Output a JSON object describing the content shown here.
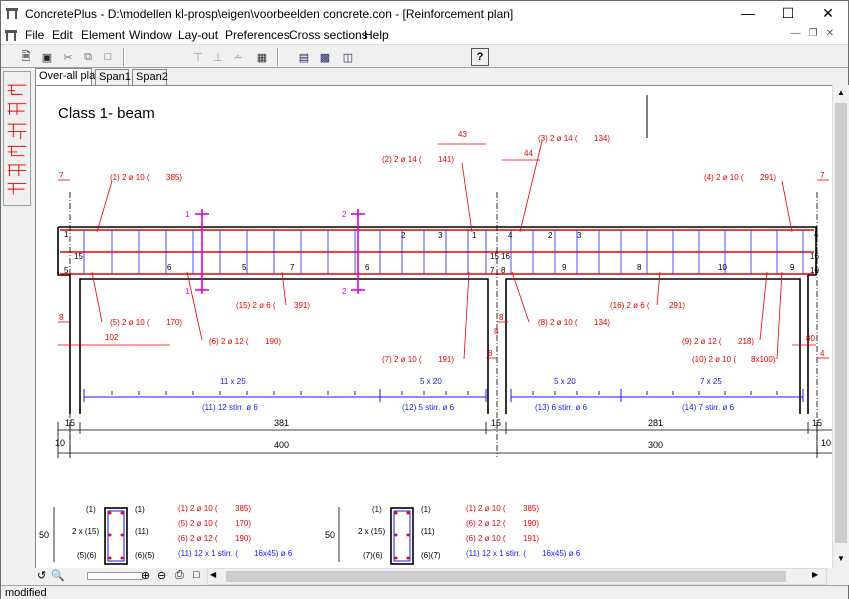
{
  "window": {
    "title": "ConcretePlus - D:\\modellen kl-prosp\\eigen\\voorbeelden concrete.con - [Reinforcement plan]"
  },
  "menu": [
    "File",
    "Edit",
    "Element",
    "Window",
    "Lay-out",
    "Preferences",
    "Cross sections",
    "Help"
  ],
  "tabs": [
    "Over-all plan",
    "Span1",
    "Span2"
  ],
  "status": "modified",
  "drawing": {
    "title": "Class 1- beam",
    "red_labels": {
      "l1": "(1) 2 ø 10 (",
      "l1v": "385)",
      "l2": "(2) 2 ø 14 (",
      "l2v": "141)",
      "l3": "(3) 2 ø 14 (",
      "l3v": "134)",
      "l4": "(4) 2 ø 10 (",
      "l4v": "291)",
      "l5": "(5) 2 ø 10 (",
      "l5v": "170)",
      "l6": "(6) 2 ø 12 (",
      "l6v": "190)",
      "l7": "(7) 2 ø 10 (",
      "l7v": "191)",
      "l8": "(8) 2 ø 10 (",
      "l8v": "134)",
      "l9": "(9) 2 ø 12 (",
      "l9v": "218)",
      "l10": "(10) 2 ø 10 (",
      "l10v": "8x100)",
      "l15": "(15)  2 ø 6 (",
      "l15v": "391)",
      "l16": "(16)  2 ø 6 (",
      "l16v": "291)"
    },
    "dims_red": {
      "d43": "43",
      "d44": "44",
      "d7a": "7",
      "d7b": "7",
      "d8a": "8",
      "d8b": "8",
      "d8c": "8",
      "d8d": "8",
      "d102": "102",
      "d80": "80",
      "d4": "4"
    },
    "stirrups": {
      "s11": "(11)  12 stirr. ø 6",
      "s12": "(12)  5 stirr. ø 6",
      "s13": "(13)  6 stirr. ø 6",
      "s14": "(14)  7 stirr. ø 6",
      "sp1": "11 x 25",
      "sp2": "5 x 20",
      "sp3": "5 x 20",
      "sp4": "7 x 25"
    },
    "dims_black": {
      "c15a": "15",
      "c381": "381",
      "c15b": "15",
      "c281": "281",
      "c15c": "15",
      "c10a": "10",
      "c400": "400",
      "c300": "300",
      "c10b": "10"
    },
    "bar_numbers": [
      "1",
      "2",
      "3",
      "1",
      "4",
      "2",
      "3",
      "4",
      "15",
      "15",
      "16",
      "16",
      "5",
      "6",
      "5",
      "7",
      "6",
      "7",
      "8",
      "9",
      "8",
      "10",
      "9",
      "10"
    ],
    "sections": {
      "marks": [
        "1",
        "1",
        "2",
        "2"
      ],
      "h1": "50",
      "h2": "50",
      "left1": [
        "(1)",
        "2 x (15)",
        "(5)(6)"
      ],
      "right1": [
        "(1)",
        "(11)",
        "(6)(5)"
      ],
      "left2": [
        "(1)",
        "2 x (15)",
        "(7)(6)"
      ],
      "right2": [
        "(1)",
        "(11)",
        "(6)(7)"
      ],
      "list1": [
        "(1) 2 ø 10 (",
        "(5) 2 ø 10 (",
        "(6) 2 ø 12 (",
        "(11) 12 x 1 stirr. ("
      ],
      "list1v": [
        "385)",
        "170)",
        "190)",
        "16x45) ø 6"
      ],
      "list2": [
        "(1) 2 ø 10 (",
        "(6) 2 ø 12 (",
        "(6) 2 ø 10 (",
        "(11) 12 x 1 stirr. ("
      ],
      "list2v": [
        "385)",
        "190)",
        "191)",
        "16x45) ø 6"
      ]
    }
  }
}
